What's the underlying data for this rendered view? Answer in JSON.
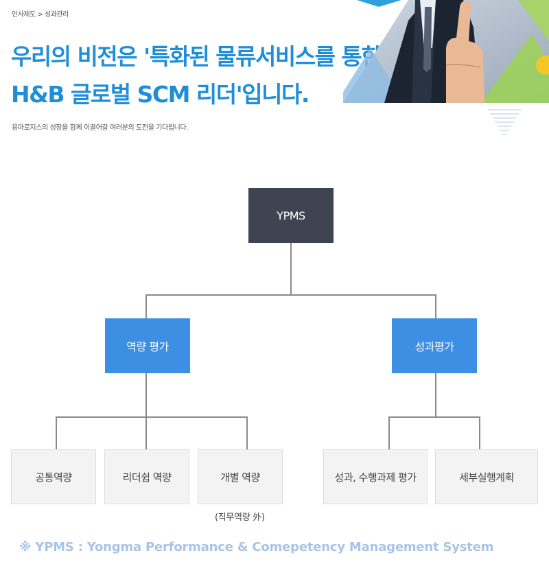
{
  "header": {
    "breadcrumb": "인사제도 > 성과관리",
    "headline_line1": "우리의 비전은 '특화된 물류서비스를 통한",
    "headline_line2": "H&B 글로벌 SCM 리더'입니다.",
    "subtext": "용마로지스의 성장을 함께 이끌어갈 여러분의 도전을 기다립니다."
  },
  "diagram": {
    "root": "YPMS",
    "branches": [
      {
        "label": "역량 평가",
        "children": [
          "공통역량",
          "리더쉽 역량",
          "개별 역량"
        ]
      },
      {
        "label": "성과평가",
        "children": [
          "성과, 수행과제 평가",
          "세부실행계획"
        ]
      }
    ],
    "note": "(직무역량 外)"
  },
  "footer": "※ YPMS : Yongma Performance & Comepetency Management System",
  "colors": {
    "accent": "#1e8ed8",
    "root": "#3e4451",
    "branch": "#3d8fe3",
    "leaf": "#f3f3f3",
    "footer": "#a8c3e8"
  }
}
